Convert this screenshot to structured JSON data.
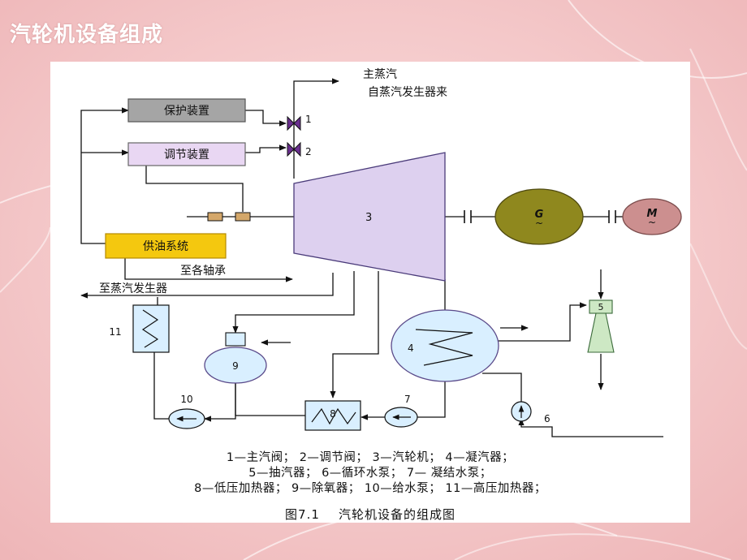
{
  "slide": {
    "title": "汽轮机设备组成"
  },
  "diagram": {
    "labels": {
      "main_steam": "主蒸汽",
      "from_sg": "自蒸汽发生器来",
      "protection": "保护装置",
      "regulation": "调节装置",
      "oil_system": "供油系统",
      "to_bearings": "至各轴承",
      "to_sg": "至蒸汽发生器",
      "generator": "G",
      "generator_sub": "~",
      "motor": "M",
      "motor_sub": "~"
    },
    "numbers": {
      "n1": "1",
      "n2": "2",
      "n3": "3",
      "n4": "4",
      "n5": "5",
      "n6": "6",
      "n7": "7",
      "n8": "8",
      "n9": "9",
      "n10": "10",
      "n11": "11"
    },
    "legend": [
      "1—主汽阀； 2—调节阀； 3—汽轮机； 4—凝汽器；",
      "5—抽汽器； 6—循环水泵； 7— 凝结水泵；",
      "8—低压加热器； 9—除氧器； 10—给水泵； 11—高压加热器；"
    ],
    "figure_title": "图7.1    汽轮机设备的组成图"
  },
  "colors": {
    "protection_fill": "#a5a5a5",
    "regulation_fill": "#e9d7f3",
    "oil_fill": "#f4c80f",
    "turbine_fill": "#ddd0ef",
    "generator_fill": "#8f881e",
    "motor_fill": "#cc8f8f",
    "component_fill": "#d9efff",
    "ejector_fill": "#cde8c4"
  }
}
